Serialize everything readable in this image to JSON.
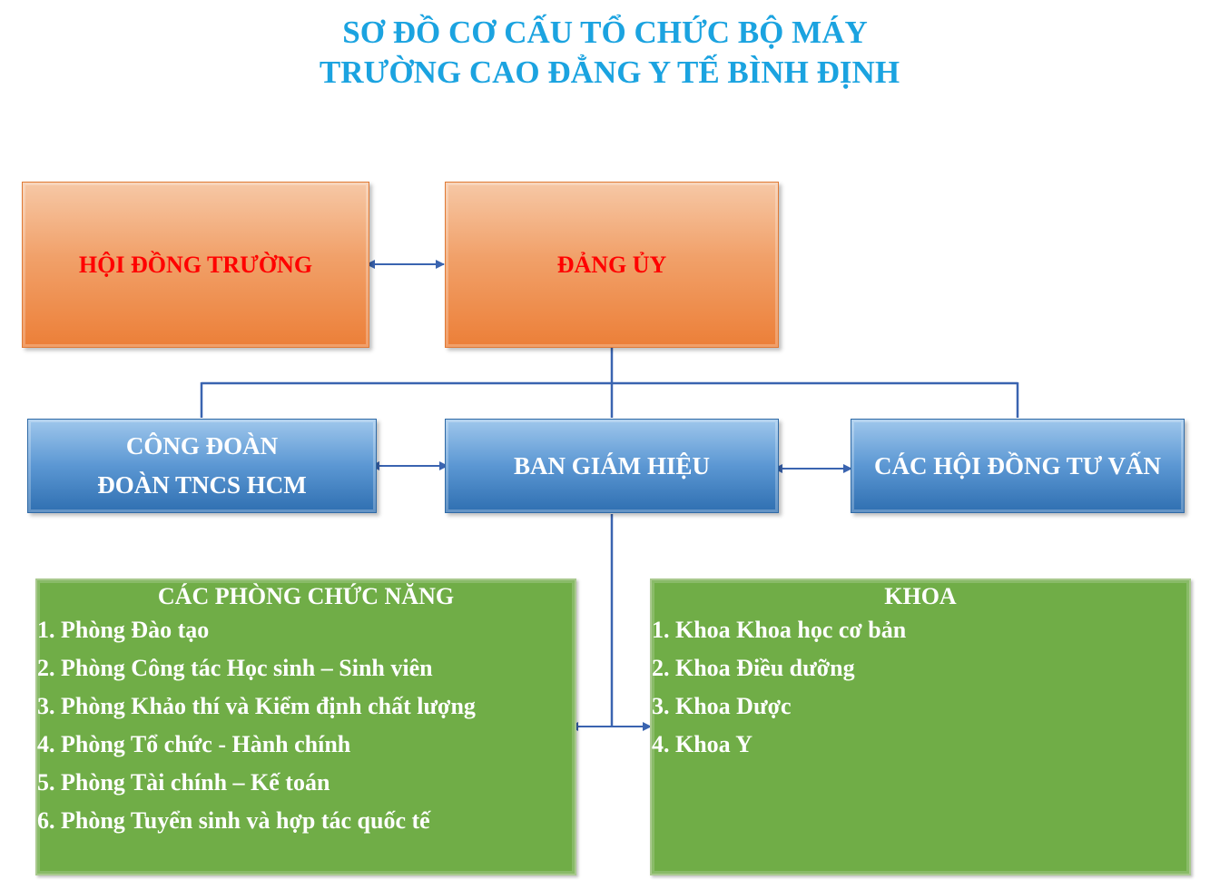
{
  "title": {
    "line1": "SƠ ĐỒ CƠ CẤU TỔ CHỨC BỘ MÁY",
    "line2": "TRƯỜNG CAO ĐẲNG Y TẾ BÌNH ĐỊNH"
  },
  "top_row": {
    "council": "HỘI ĐỒNG TRƯỜNG",
    "party": "ĐẢNG ỦY"
  },
  "middle_row": {
    "union_line1": "CÔNG ĐOÀN",
    "union_line2": "ĐOÀN TNCS HCM",
    "board": "BAN GIÁM HIỆU",
    "advisory": "CÁC HỘI ĐỒNG TƯ VẤN"
  },
  "departments": {
    "title": "CÁC PHÒNG CHỨC NĂNG",
    "items": [
      "1. Phòng Đào tạo",
      "2. Phòng Công tác Học sinh – Sinh viên",
      "3. Phòng Khảo thí và Kiểm định chất lượng",
      "4. Phòng Tổ chức - Hành chính",
      "5. Phòng Tài chính – Kế toán",
      "6. Phòng Tuyển sinh và hợp tác quốc tế"
    ]
  },
  "faculties": {
    "title": "KHOA",
    "items": [
      "1. Khoa Khoa học cơ bản",
      "2. Khoa Điều dưỡng",
      "3. Khoa Dược",
      "4. Khoa Y"
    ]
  },
  "colors": {
    "title": "#1ba3e0",
    "connector": "#3a64b0",
    "orange_text": "#ff0000",
    "green": "#70ad47"
  }
}
